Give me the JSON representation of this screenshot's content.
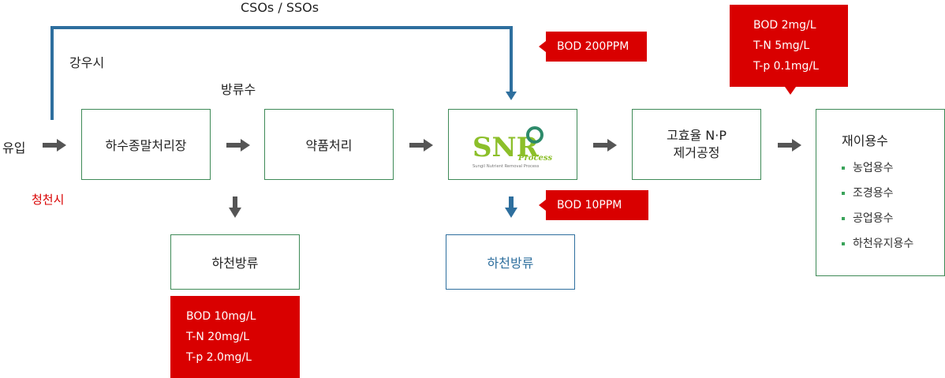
{
  "bypass": {
    "label": "CSOs / SSOs"
  },
  "rain_label": "강우시",
  "discharge_label": "방류수",
  "inflow_label": "유입",
  "clear_label": "청천시",
  "nodes": {
    "wwtp": "하수종말처리장",
    "chemical": "약품처리",
    "np_line1": "고효율 N·P",
    "np_line2": "제거공정",
    "reuse_title": "재이용수",
    "river1": "하천방류",
    "river2": "하천방류"
  },
  "snr_logo": {
    "letters": "SNR",
    "process": "Process",
    "subtitle": "Sungil Nutrient Removal Process"
  },
  "reuse_items": [
    "농업용수",
    "조경용수",
    "공업용수",
    "하천유지용수"
  ],
  "callouts": {
    "bod200": "BOD 200PPM",
    "bod10": "BOD 10PPM",
    "top_right": [
      "BOD 2mg/L",
      "T-N 5mg/L",
      "T-p 0.1mg/L"
    ],
    "bottom_left": [
      "BOD 10mg/L",
      "T-N 20mg/L",
      "T-p 2.0mg/L"
    ]
  },
  "colors": {
    "flow_blue": "#2e6f9e",
    "box_green": "#3e8a57",
    "callout_red": "#d90000",
    "arrow_gray": "#555555"
  }
}
